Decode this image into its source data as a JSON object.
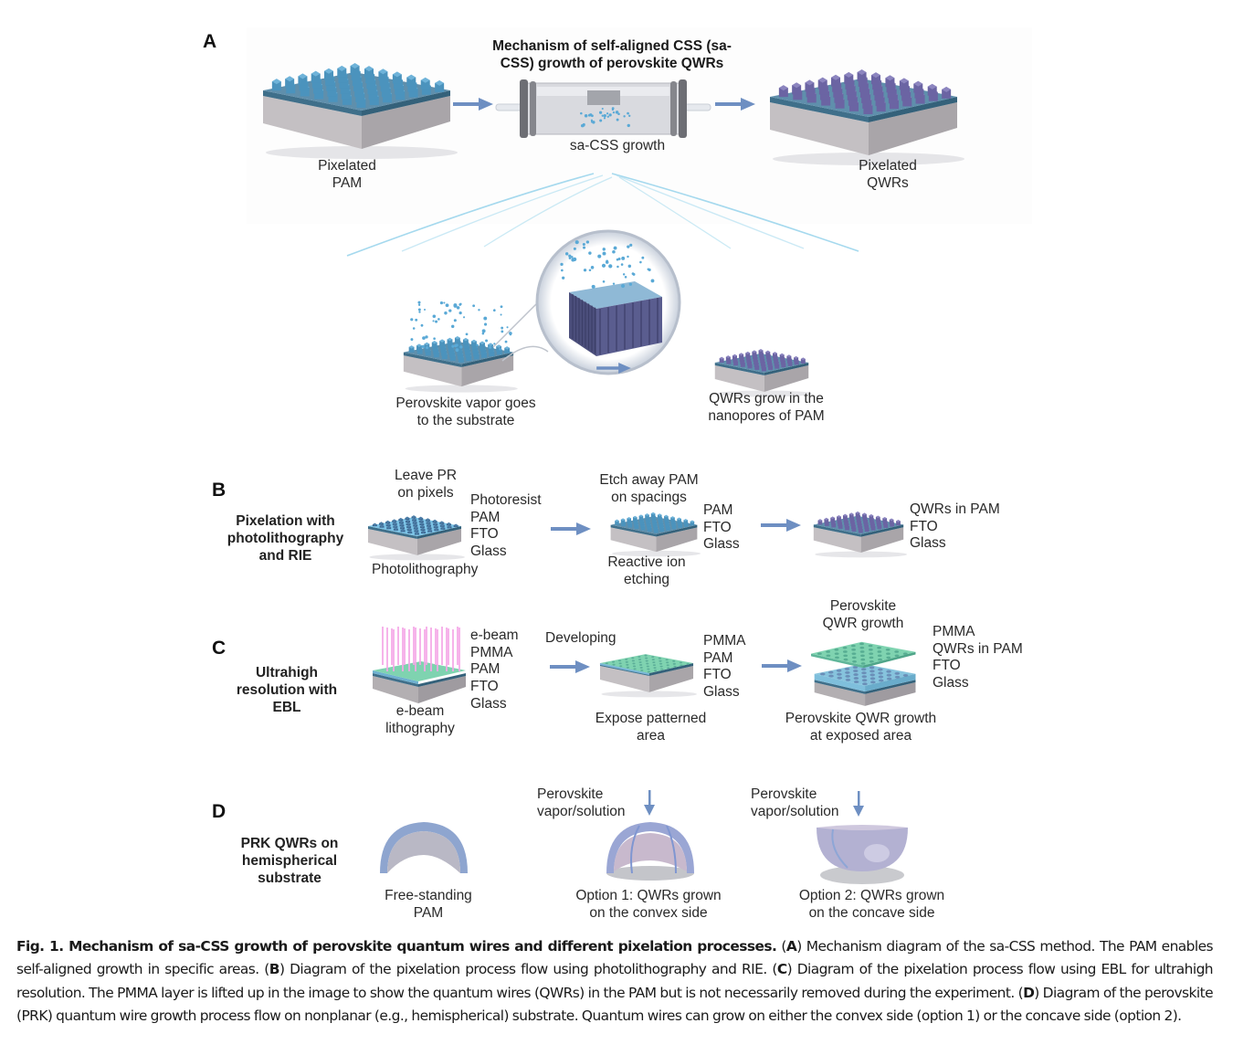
{
  "figure": {
    "panels": {
      "A": {
        "letter": "A",
        "title_line1": "Mechanism of self-aligned CSS (sa-",
        "title_line2": "CSS) growth of perovskite QWRs",
        "left_label_line1": "Pixelated",
        "left_label_line2": "PAM",
        "center_label": "sa-CSS growth",
        "right_label_line1": "Pixelated",
        "right_label_line2": "QWRs",
        "zoom_left_label_line1": "Perovskite vapor goes",
        "zoom_left_label_line2": "to the substrate",
        "zoom_right_label_line1": "QWRs grow in the",
        "zoom_right_label_line2": "nanopores of PAM"
      },
      "B": {
        "letter": "B",
        "side_title_line1": "Pixelation with",
        "side_title_line2": "photolithography",
        "side_title_line3": "and RIE",
        "step1_top_line1": "Leave PR",
        "step1_top_line2": "on pixels",
        "step1_layers": [
          "Photoresist",
          "PAM",
          "FTO",
          "Glass"
        ],
        "step1_bottom": "Photolithography",
        "step2_top_line1": "Etch away PAM",
        "step2_top_line2": "on spacings",
        "step2_layers": [
          "PAM",
          "FTO",
          "Glass"
        ],
        "step2_bottom_line1": "Reactive ion",
        "step2_bottom_line2": "etching",
        "step3_layers": [
          "QWRs in PAM",
          "FTO",
          "Glass"
        ]
      },
      "C": {
        "letter": "C",
        "side_title_line1": "Ultrahigh",
        "side_title_line2": "resolution with",
        "side_title_line3": "EBL",
        "step1_layers": [
          "e-beam",
          "PMMA",
          "PAM",
          "FTO",
          "Glass"
        ],
        "step1_bottom_line1": "e-beam",
        "step1_bottom_line2": "lithography",
        "arrow1_label": "Developing",
        "step2_layers": [
          "PMMA",
          "PAM",
          "FTO",
          "Glass"
        ],
        "step2_bottom_line1": "Expose patterned",
        "step2_bottom_line2": "area",
        "step3_top_line1": "Perovskite",
        "step3_top_line2": "QWR growth",
        "step3_layers": [
          "PMMA",
          "QWRs in PAM",
          "FTO",
          "Glass"
        ],
        "step3_bottom_line1": "Perovskite QWR growth",
        "step3_bottom_line2": "at exposed area"
      },
      "D": {
        "letter": "D",
        "side_title_line1": "PRK QWRs on",
        "side_title_line2": "hemispherical",
        "side_title_line3": "substrate",
        "item1_label_line1": "Free-standing",
        "item1_label_line2": "PAM",
        "item2_top_line1": "Perovskite",
        "item2_top_line2": "vapor/solution",
        "item2_label_line1": "Option 1: QWRs grown",
        "item2_label_line2": "on the convex side",
        "item3_top_line1": "Perovskite",
        "item3_top_line2": "vapor/solution",
        "item3_label_line1": "Option 2: QWRs grown",
        "item3_label_line2": "on the concave side"
      }
    },
    "caption": {
      "fig_label": "Fig. 1. Mechanism of sa-CSS growth of perovskite quantum wires and different pixelation processes.",
      "a_open": " (",
      "a_letter": "A",
      "a_text": ") Mechanism diagram of the sa-CSS method. The PAM enables self-aligned growth in specific areas. (",
      "b_letter": "B",
      "b_text": ") Diagram of the pixelation process flow using photolithography and RIE. (",
      "c_letter": "C",
      "c_text": ") Diagram of the pixelation process flow using EBL for ultrahigh resolution. The PMMA layer is lifted up in the image to show the quantum wires (QWRs) in the PAM but is not necessarily removed during the experiment. (",
      "d_letter": "D",
      "d_text": ") Diagram of the perovskite (PRK) quantum wire growth process flow on nonplanar (e.g., hemispherical) substrate. Quantum wires can grow on either the convex side (option 1) or the concave side (option 2)."
    },
    "colors": {
      "pam_blue": "#6fb3d9",
      "qwr_purple": "#8c85bf",
      "fto_band": "#3f6f8a",
      "glass_gray": "#b9b6b8",
      "arrow_blue": "#6e8fc2",
      "pmma_green": "#7fd3b0",
      "ebeam_pink": "#f4a6e6"
    }
  }
}
